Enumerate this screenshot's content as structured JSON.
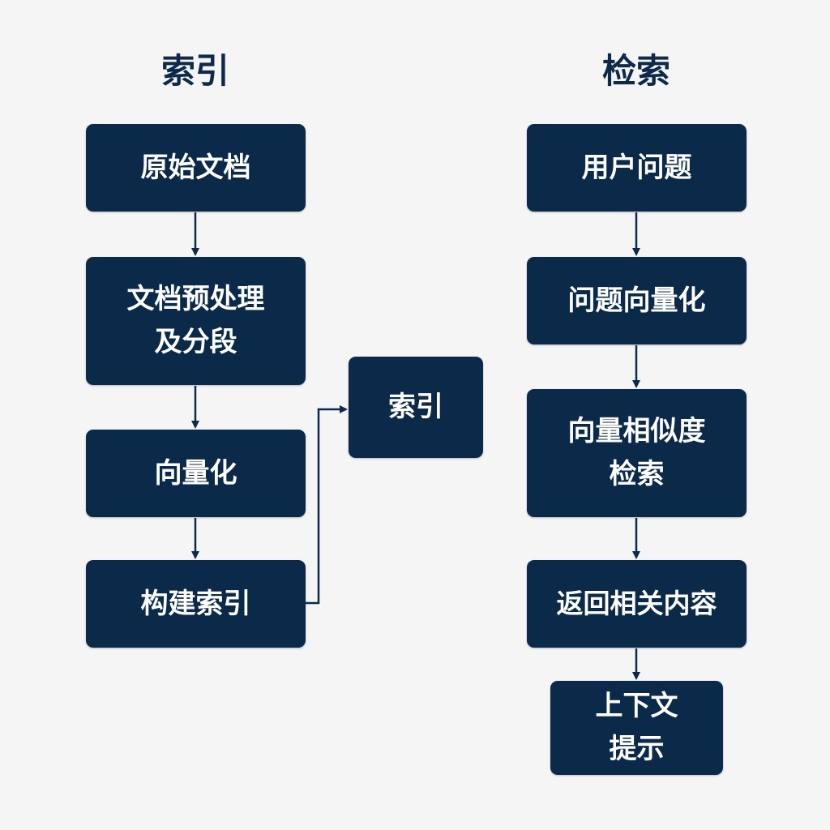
{
  "indexing": {
    "title": "索引",
    "steps": [
      "原始文档",
      "文档预处理及分段",
      "向量化",
      "构建索引"
    ],
    "output": "索引"
  },
  "retrieval": {
    "title": "检索",
    "steps": [
      "用户问题",
      "问题向量化",
      "向量相似度检索",
      "返回相关内容",
      "上下文提示"
    ]
  },
  "colors": {
    "box": "#0b2a4a",
    "box_text": "#ffffff",
    "title": "#0d2a4a",
    "arrow": "#0d2a4a",
    "background": "#f5f5f6"
  }
}
